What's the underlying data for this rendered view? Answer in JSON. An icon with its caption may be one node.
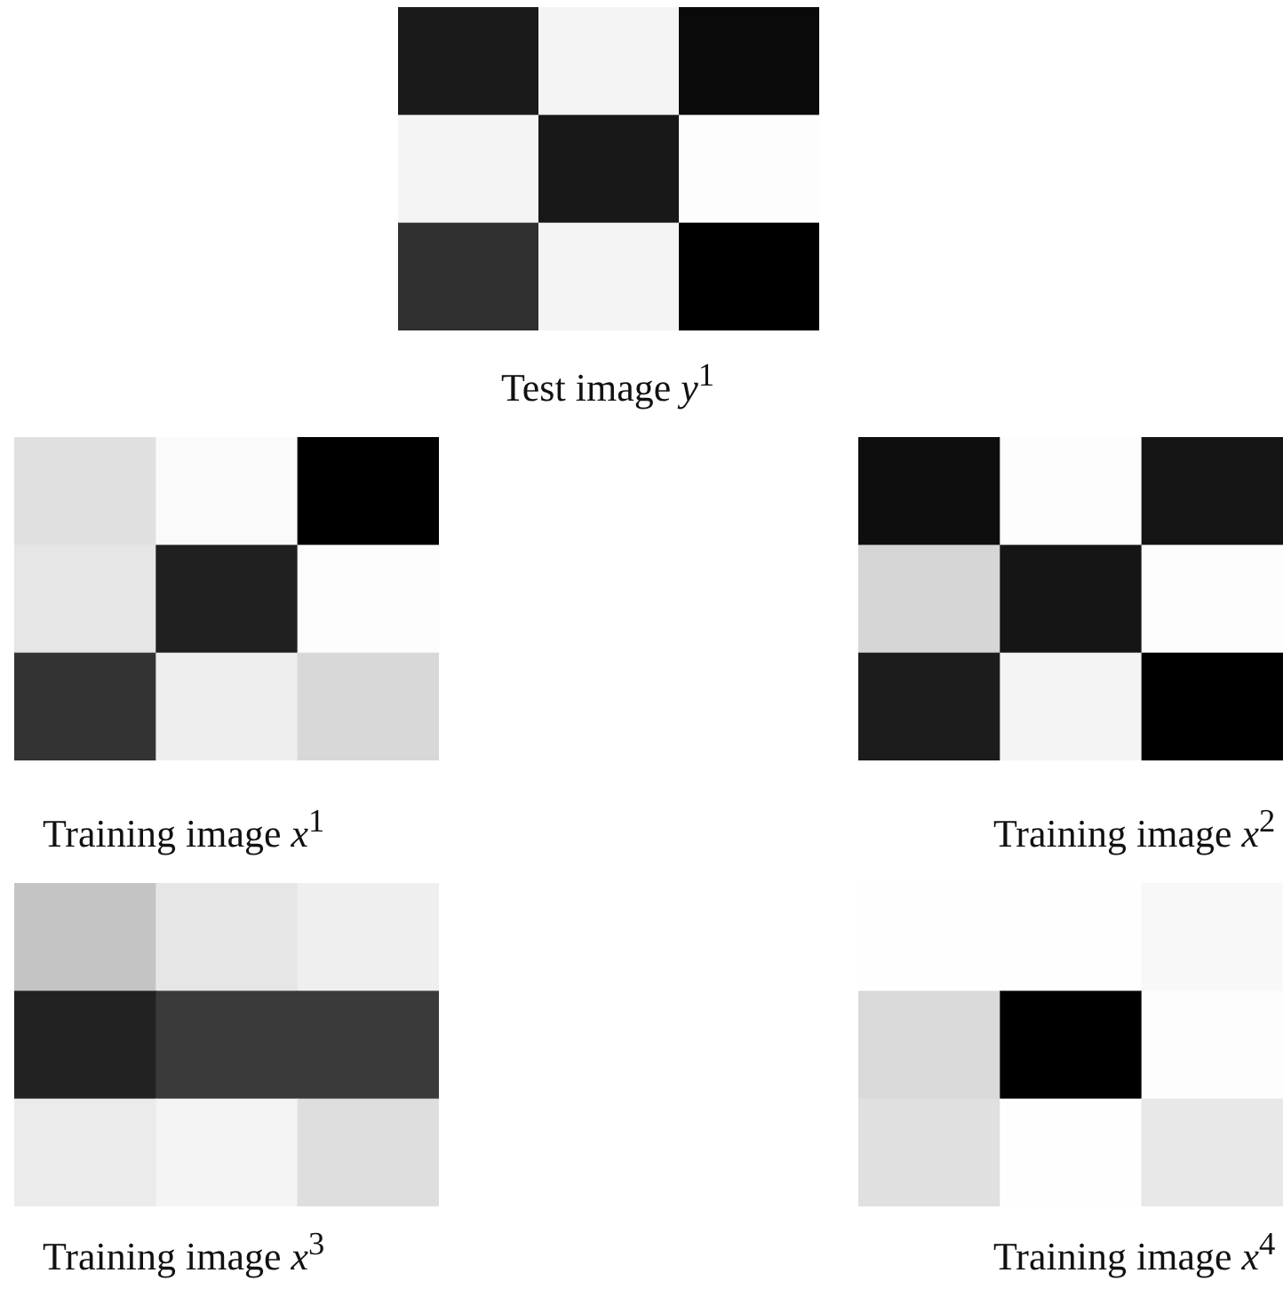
{
  "diagram": {
    "labels": [
      "Test image  *y*$^{1}$",
      "Training image  *x*$^{1}$",
      "Training image  *x*$^{2}$",
      "Training image  *x*$^{3}$",
      "Training image  *x*$^{4}$"
    ]
  }
}
